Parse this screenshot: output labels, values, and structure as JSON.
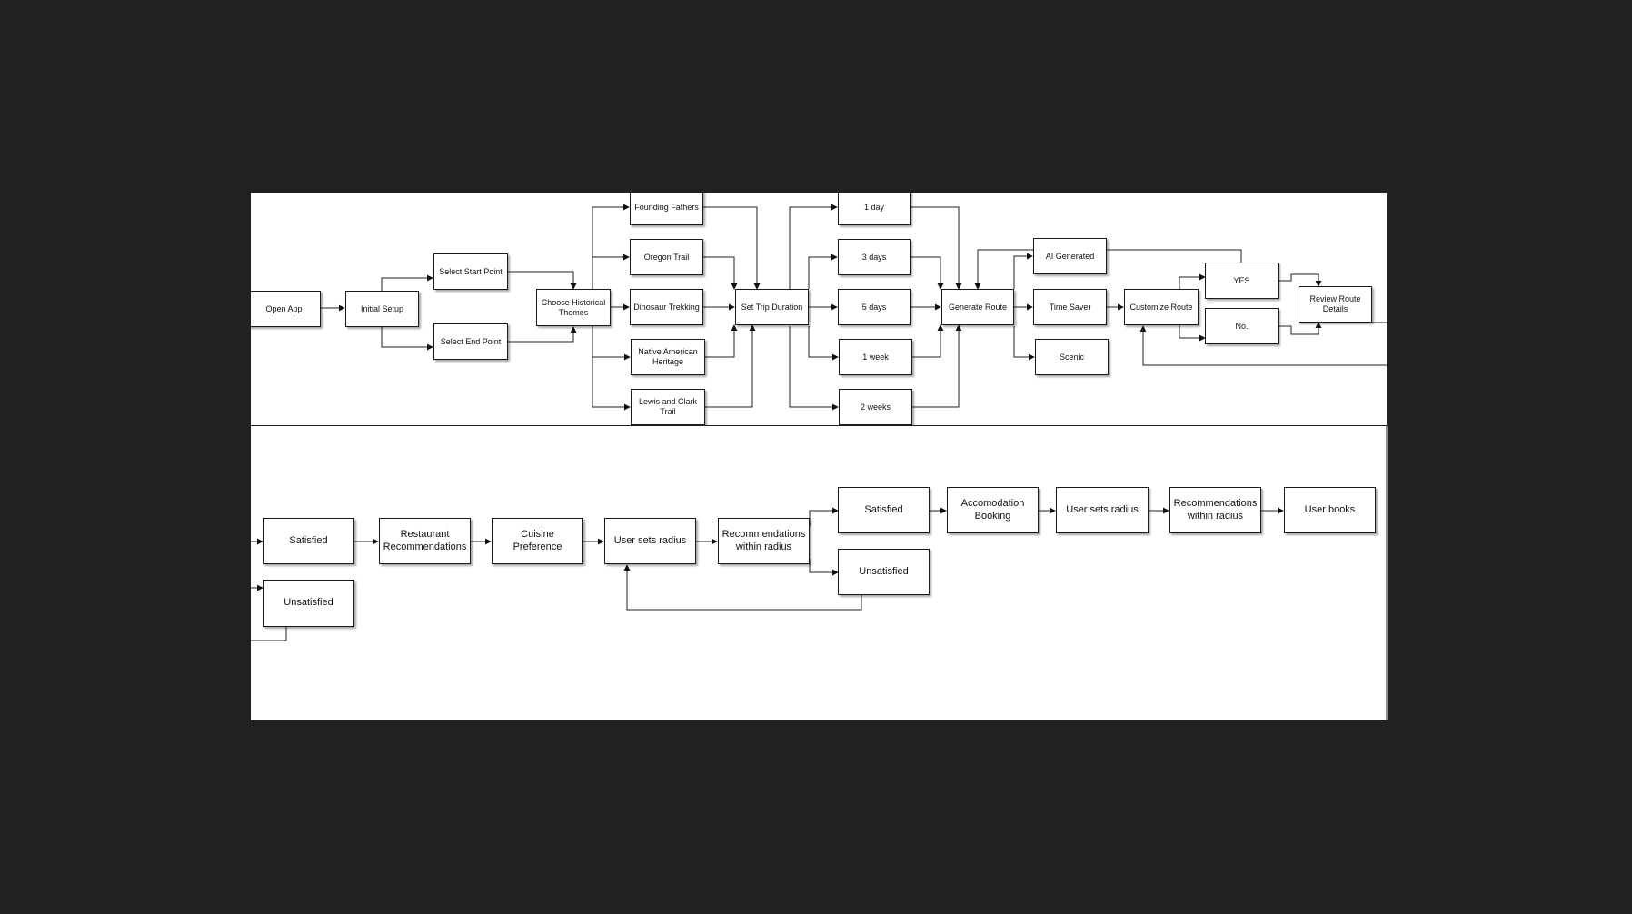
{
  "top_flow": {
    "open_app": "Open App",
    "initial_setup": "Initial Setup",
    "select_start_point": "Select Start Point",
    "select_end_point": "Select End Point",
    "choose_historical_themes": "Choose Historical Themes",
    "themes": [
      "Founding Fathers",
      "Oregon Trail",
      "Dinosaur Trekking",
      "Native American Heritage",
      "Lewis and Clark Trail"
    ],
    "set_trip_duration": "Set Trip Duration",
    "durations": [
      "1 day",
      "3 days",
      "5 days",
      "1 week",
      "2 weeks"
    ],
    "generate_route": "Generate Route",
    "route_types": [
      "AI Generated",
      "Time Saver",
      "Scenic"
    ],
    "customize_route": "Customize Route",
    "yes": "YES",
    "no": "No.",
    "review_route_details": "Review Route Details"
  },
  "bottom_flow": {
    "satisfied_left": "Satisfied",
    "unsatisfied_left": "Unsatisfied",
    "restaurant_recommendations": "Restaurant Recommendations",
    "cuisine_preference": "Cuisine Preference",
    "user_sets_radius_1": "User sets radius",
    "recommendations_within_radius_1": "Recommendations within radius",
    "satisfied_right": "Satisfied",
    "unsatisfied_right": "Unsatisfied",
    "accomodation_booking": "Accomodation Booking",
    "user_sets_radius_2": "User sets radius",
    "recommendations_within_radius_2": "Recommendations within radius",
    "user_books": "User books"
  }
}
